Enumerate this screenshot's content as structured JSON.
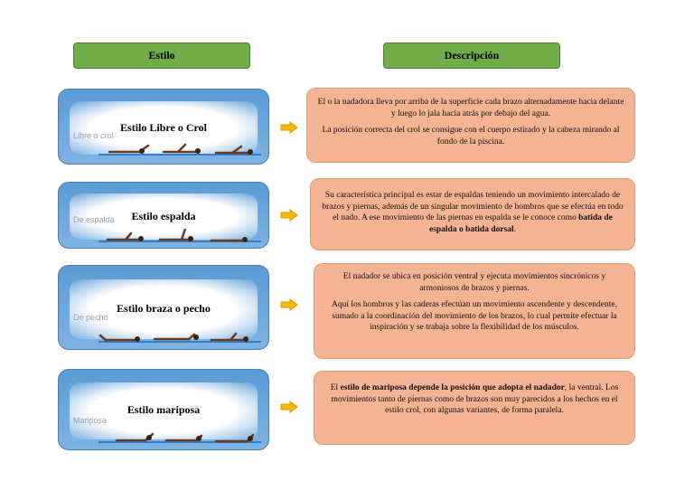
{
  "headers": {
    "style": "Estilo",
    "description": "Descripción"
  },
  "colors": {
    "header_green": "#70ad47",
    "style_blue": "#5b9bd5",
    "desc_peach": "#f4b393",
    "arrow": "#f6b800"
  },
  "rows": [
    {
      "title": "Estilo Libre o Crol",
      "sub": "Libre o crol",
      "desc": [
        "El o la nadadora lleva por arriba de la superficie cada brazo alternadamente hacia delante y luego lo jala hacia atrás por debajo del agua.",
        "La posición correcta del crol se consigue con el cuerpo estirado y la cabeza mirando al fondo de la piscina."
      ]
    },
    {
      "title": "Estilo espalda",
      "sub": "De espalda",
      "desc_a": "Su característica principal es estar de espaldas teniendo un movimiento intercalado de brazos y piernas, además de un singular movimiento de hombros que se efectúa en todo el nado. A ese movimiento de las piernas en espalda se le conoce como ",
      "desc_bold": "batida de espalda o batida dorsal",
      "desc_end": "."
    },
    {
      "title": "Estilo braza o pecho",
      "sub": "De pecho",
      "desc": [
        "El nadador se ubica en posición ventral y ejecuta movimientos sincrónicos y armoniosos de brazos y piernas.",
        "Aquí los hombros y las caderas efectúan un movimiento ascendente y descendente, sumado a la coordinación del movimiento de los brazos, lo cual permite efectuar la inspiración y se trabaja sobre la flexibilidad de los músculos."
      ]
    },
    {
      "title": "Estilo mariposa",
      "sub": "Mariposa",
      "desc_pre": "El ",
      "desc_bold": "estilo de mariposa depende la posición que adopta el nadador",
      "desc_rest": ", la ventral. Los movimientos tanto de piernas como de brazos son muy parecidos a los hechos en el estilo crol, con algunas variantes,  de forma paralela."
    }
  ]
}
